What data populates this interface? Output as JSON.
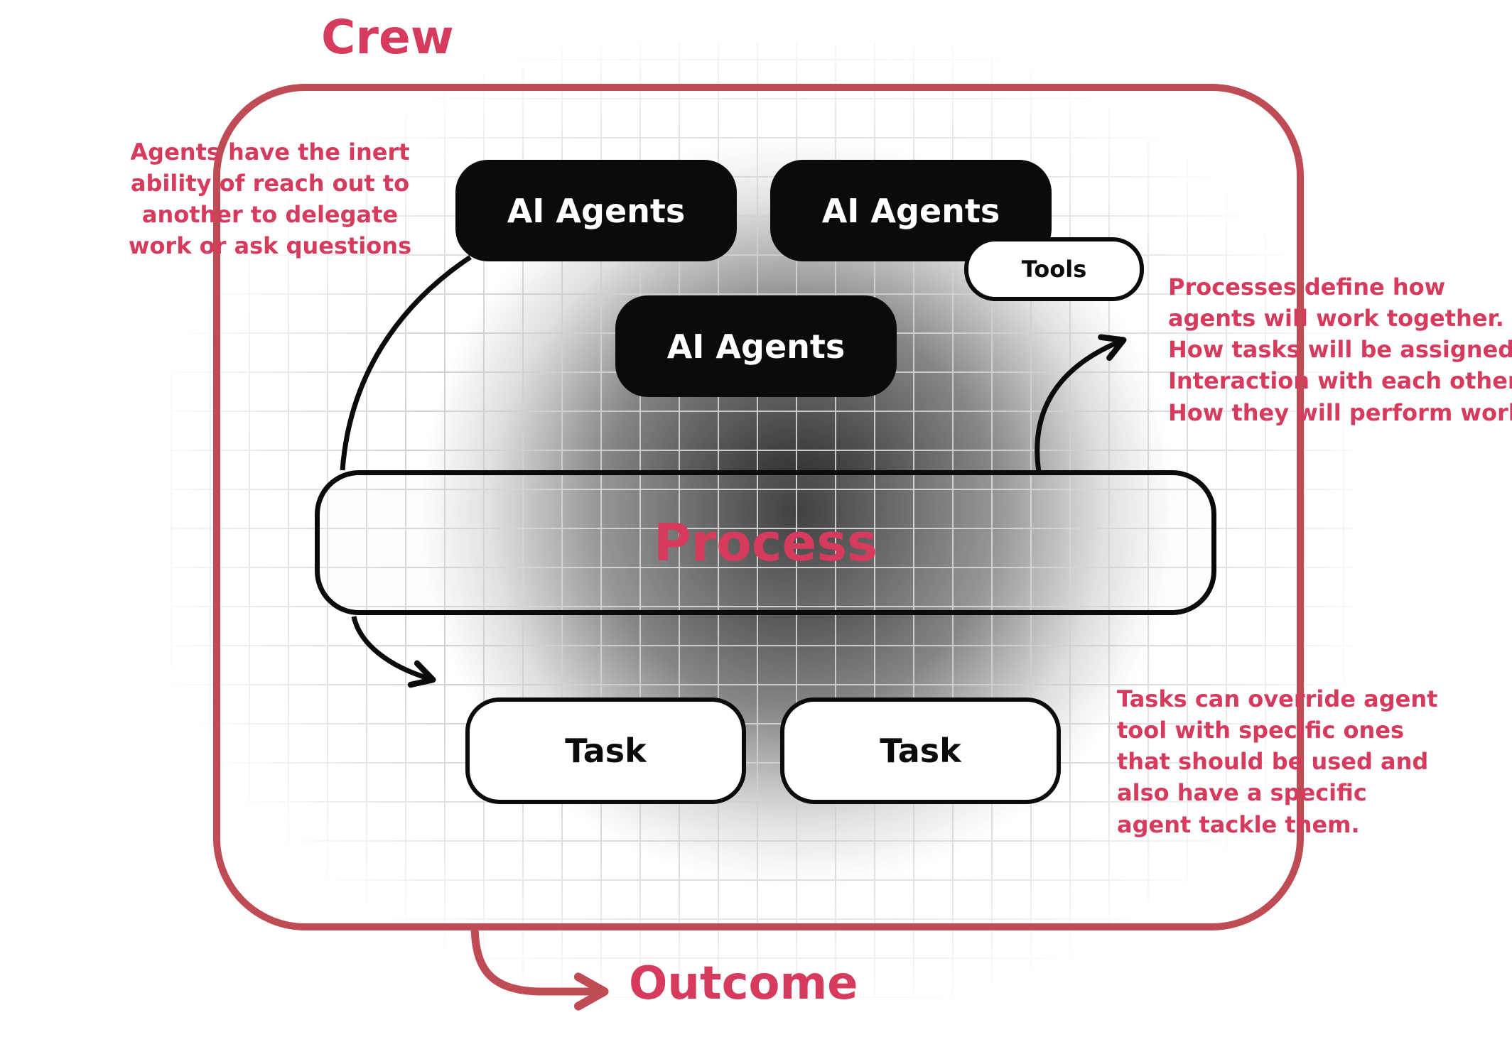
{
  "colors": {
    "accent_text": "#d63a5c",
    "accent_border": "#bf4b55",
    "box_black": "#0b0b0b",
    "grid_line": "#d0d0d0"
  },
  "crew": {
    "title": "Crew"
  },
  "agent_boxes": [
    {
      "label": "AI Agents"
    },
    {
      "label": "AI Agents"
    },
    {
      "label": "AI Agents"
    }
  ],
  "tools_box": {
    "label": "Tools"
  },
  "process_box": {
    "label": "Process"
  },
  "task_boxes": [
    {
      "label": "Task"
    },
    {
      "label": "Task"
    }
  ],
  "annotations": {
    "agents_note": "Agents have the inert\nability of reach out to\nanother to delegate\nwork or ask questions",
    "process_note": "Processes define how\nagents will work together.\nHow tasks will be assigned.\nInteraction with each other.\nHow they will perform work.",
    "tasks_note": "Tasks can override agent\ntool with specific ones\nthat should be used and\nalso have a specific\nagent tackle them."
  },
  "outcome": {
    "label": "Outcome"
  }
}
